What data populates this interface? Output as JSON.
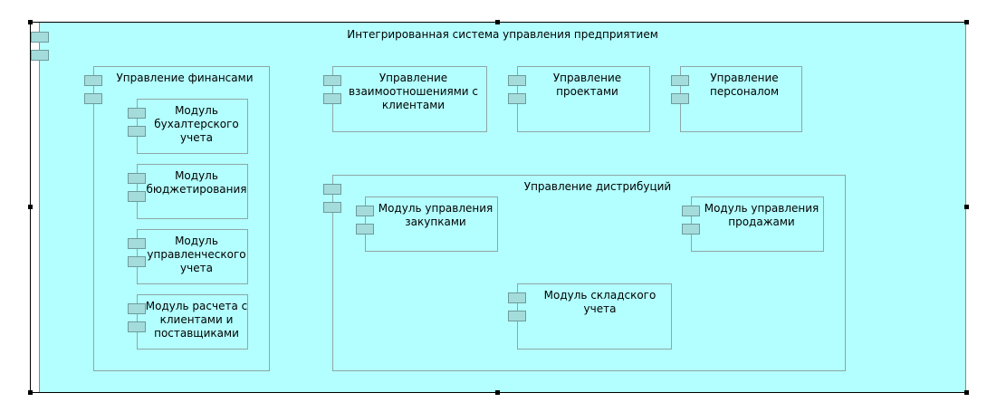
{
  "diagram": {
    "system": {
      "title": "Интегрированная система управления предприятием"
    },
    "finance": {
      "title": "Управление финансами",
      "modules": [
        {
          "label": "Модуль\nбухалтерского\nучета"
        },
        {
          "label": "Модуль\nбюджетирования"
        },
        {
          "label": "Модуль\nуправленческого\nучета"
        },
        {
          "label": "Модуль расчета с\nклиентами и\nпоставщиками"
        }
      ]
    },
    "crm": {
      "title": "Управление\nвзаимоотношениями с\nклиентами"
    },
    "projects": {
      "title": "Управление проектами"
    },
    "personnel": {
      "title": "Управление\nперсоналом"
    },
    "distribution": {
      "title": "Управление дистрибуций",
      "modules": [
        {
          "label": "Модуль управления\nзакупками"
        },
        {
          "label": "Модуль управления\nпродажами"
        },
        {
          "label": "Модуль складского учета"
        }
      ]
    }
  }
}
